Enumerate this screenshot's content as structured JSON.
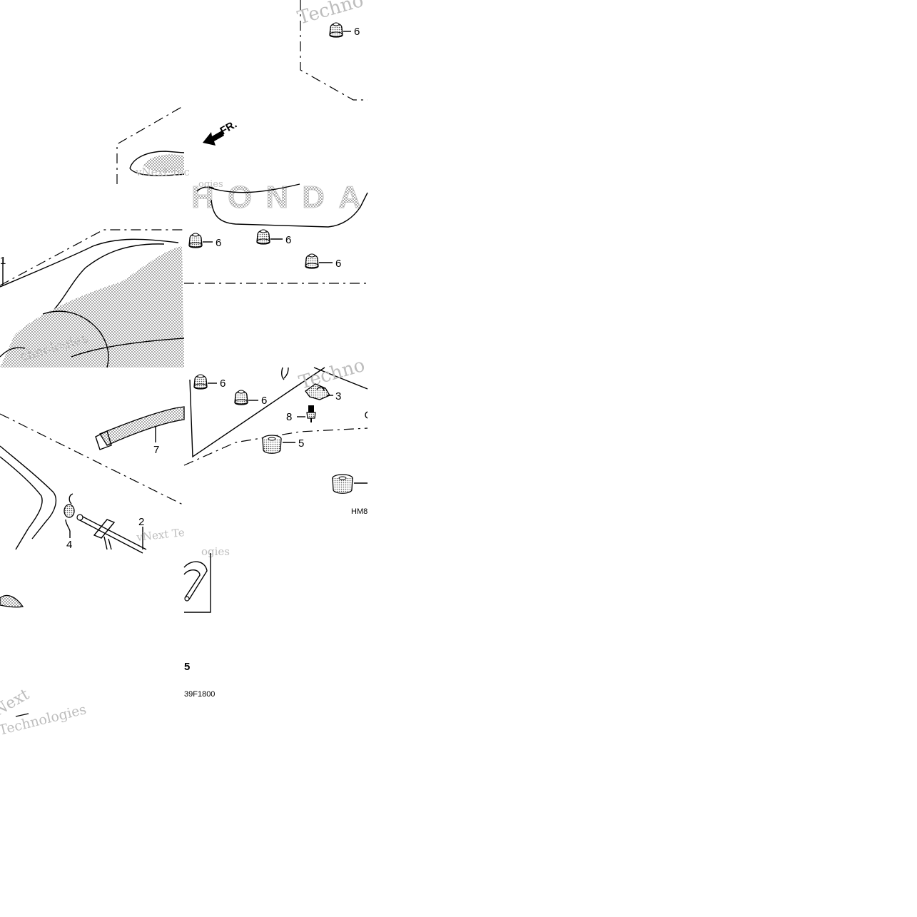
{
  "callouts": {
    "n1": "1",
    "n2": "2",
    "n3": "3",
    "n4": "4",
    "n5a": "5",
    "n5b": "5",
    "n6a": "6",
    "n6b": "6",
    "n6c": "6",
    "n6d": "6",
    "n6e": "6",
    "n6f": "6",
    "n7": "7",
    "n8": "8"
  },
  "labels": {
    "front_arrow": "FR.",
    "brand_mark": "HONDA",
    "code_a": "HM8",
    "code_b": "39F1800"
  },
  "watermarks": {
    "w1": "Techno",
    "w2": "vNext Tec",
    "w3": "chnologies",
    "w4": "Techno",
    "w5": "vNext Te",
    "w6": "chnologies",
    "w7": "Next",
    "w8": "Technologies",
    "w9": "ogies"
  },
  "colors": {
    "ink": "#000000",
    "watermark": "#bdbdbd",
    "background": "#ffffff"
  }
}
